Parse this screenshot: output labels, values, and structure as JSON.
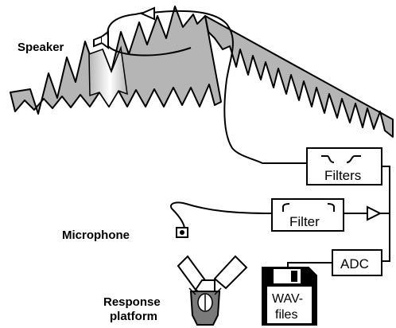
{
  "labels": {
    "speaker": "Speaker",
    "microphone": "Microphone",
    "response_line1": "Response",
    "response_line2": "platform",
    "filters": "Filters",
    "filter": "Filter",
    "adc": "ADC",
    "wav_line1": "WAV-",
    "wav_line2": "files"
  },
  "colors": {
    "foam": "#b5b5b5",
    "stroke": "#000000",
    "background": "#ffffff",
    "platform_body": "#7a7a7a"
  },
  "icons": {
    "speaker": "speaker-icon",
    "microphone": "microphone-icon",
    "floppy": "floppy-disk-icon",
    "amplifier": "amplifier-triangle-icon"
  }
}
